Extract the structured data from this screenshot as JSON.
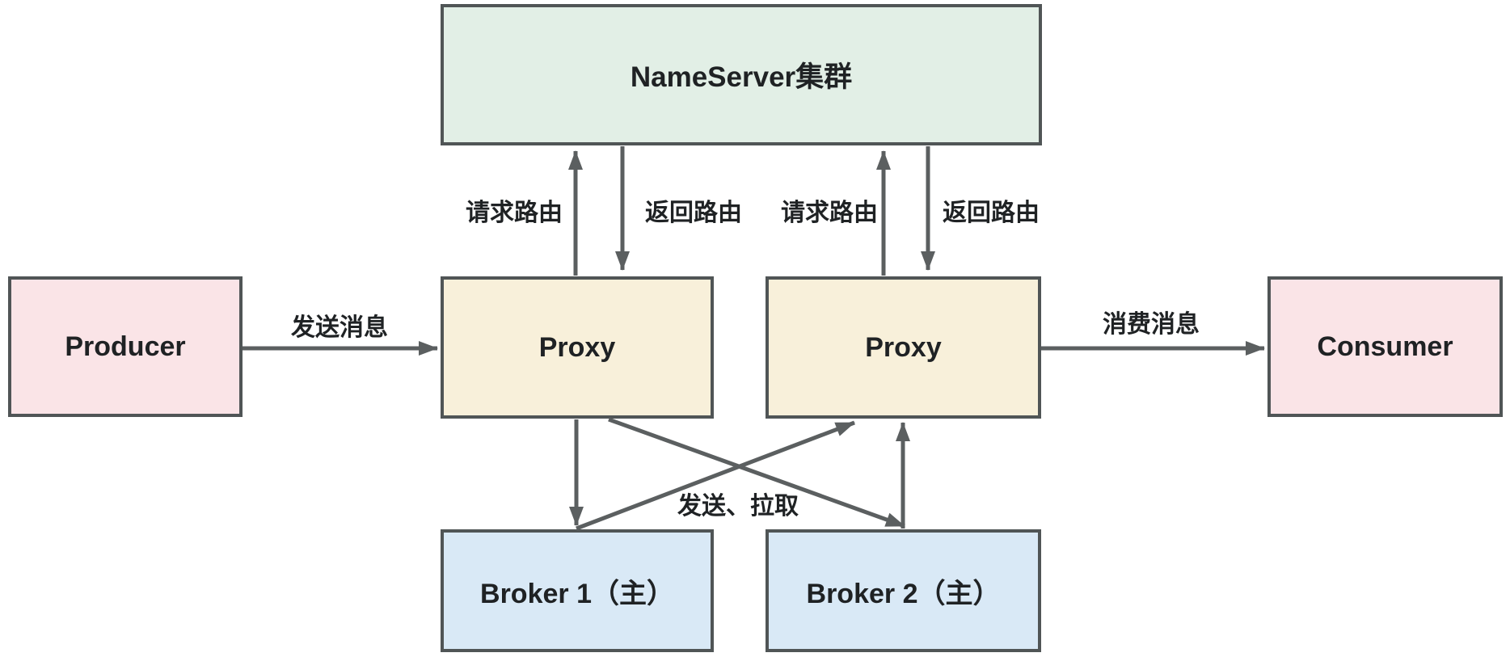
{
  "diagram": {
    "nodes": {
      "nameserver": {
        "label": "NameServer集群",
        "fill": "#e2efe6"
      },
      "proxy1": {
        "label": "Proxy",
        "fill": "#f8f0da"
      },
      "proxy2": {
        "label": "Proxy",
        "fill": "#f8f0da"
      },
      "producer": {
        "label": "Producer",
        "fill": "#fae4e7"
      },
      "consumer": {
        "label": "Consumer",
        "fill": "#fae4e7"
      },
      "broker1": {
        "label": "Broker 1（主）",
        "fill": "#d9e9f6"
      },
      "broker2": {
        "label": "Broker 2（主）",
        "fill": "#d9e9f6"
      }
    },
    "edges": {
      "send_message": {
        "label": "发送消息",
        "from": "producer",
        "to": "proxy1"
      },
      "consume_message": {
        "label": "消费消息",
        "from": "proxy2",
        "to": "consumer"
      },
      "request_route_1": {
        "label": "请求路由",
        "from": "proxy1",
        "to": "nameserver"
      },
      "return_route_1": {
        "label": "返回路由",
        "from": "nameserver",
        "to": "proxy1"
      },
      "request_route_2": {
        "label": "请求路由",
        "from": "proxy2",
        "to": "nameserver"
      },
      "return_route_2": {
        "label": "返回路由",
        "from": "nameserver",
        "to": "proxy2"
      },
      "send_pull": {
        "label": "发送、拉取",
        "from": "proxies",
        "to": "brokers"
      }
    },
    "colors": {
      "background": "#ffffff",
      "node_border": "#505556",
      "arrow": "#5b5f60",
      "text": "#1f2224"
    }
  }
}
